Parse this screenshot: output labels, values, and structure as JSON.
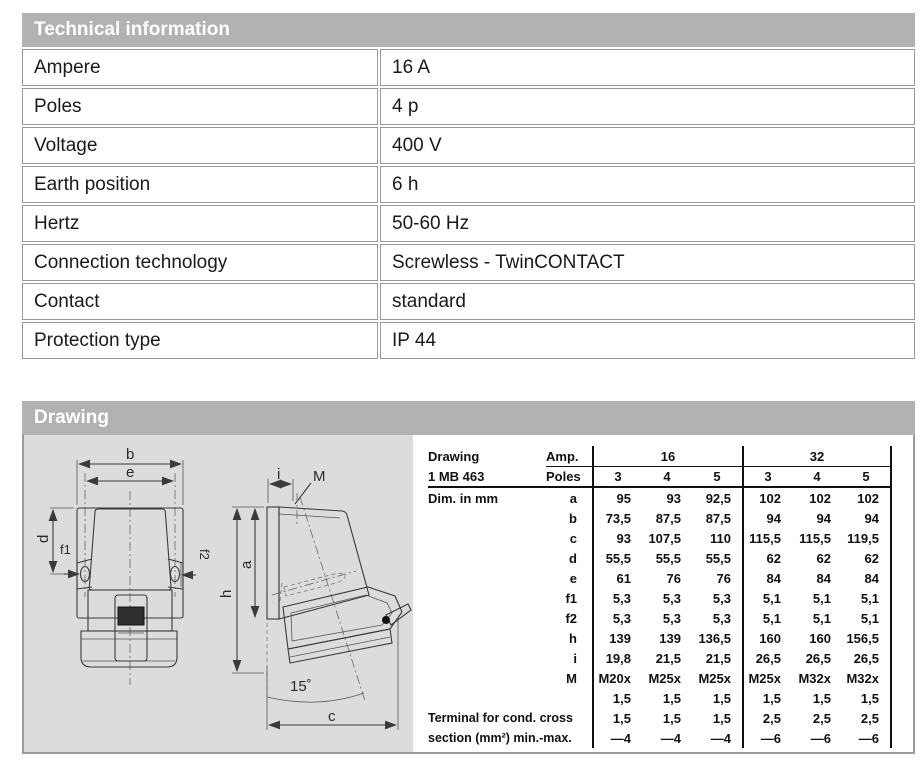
{
  "tech_info": {
    "title": "Technical information",
    "rows": [
      {
        "label": "Ampere",
        "value": "16 A"
      },
      {
        "label": "Poles",
        "value": "4 p"
      },
      {
        "label": "Voltage",
        "value": "400 V"
      },
      {
        "label": "Earth position",
        "value": "6 h"
      },
      {
        "label": "Hertz",
        "value": "50-60 Hz"
      },
      {
        "label": "Connection technology",
        "value": "Screwless - TwinCONTACT"
      },
      {
        "label": "Contact",
        "value": "standard"
      },
      {
        "label": "Protection type",
        "value": "IP 44"
      }
    ]
  },
  "drawing_section": {
    "title": "Drawing",
    "figure_labels": {
      "front": {
        "b": "b",
        "e": "e",
        "d": "d",
        "f1": "f1",
        "f2": "f2"
      },
      "side": {
        "i": "i",
        "M": "M",
        "a": "a",
        "h": "h",
        "angle": "15˚",
        "c": "c"
      }
    },
    "dim_table": {
      "corner_line1": "Drawing",
      "corner_line2": "1 MB 463",
      "head_col_line1": "Amp.",
      "head_col_line2": "Poles",
      "amp_groups": [
        "16",
        "32"
      ],
      "poles": [
        "3",
        "4",
        "5",
        "3",
        "4",
        "5"
      ],
      "dim_unit_label": "Dim. in mm",
      "rows": [
        {
          "dim": "a",
          "values": [
            "95",
            "93",
            "92,5",
            "102",
            "102",
            "102"
          ]
        },
        {
          "dim": "b",
          "values": [
            "73,5",
            "87,5",
            "87,5",
            "94",
            "94",
            "94"
          ]
        },
        {
          "dim": "c",
          "values": [
            "93",
            "107,5",
            "110",
            "115,5",
            "115,5",
            "119,5"
          ]
        },
        {
          "dim": "d",
          "values": [
            "55,5",
            "55,5",
            "55,5",
            "62",
            "62",
            "62"
          ]
        },
        {
          "dim": "e",
          "values": [
            "61",
            "76",
            "76",
            "84",
            "84",
            "84"
          ]
        },
        {
          "dim": "f1",
          "values": [
            "5,3",
            "5,3",
            "5,3",
            "5,1",
            "5,1",
            "5,1"
          ]
        },
        {
          "dim": "f2",
          "values": [
            "5,3",
            "5,3",
            "5,3",
            "5,1",
            "5,1",
            "5,1"
          ]
        },
        {
          "dim": "h",
          "values": [
            "139",
            "139",
            "136,5",
            "160",
            "160",
            "156,5"
          ]
        },
        {
          "dim": "i",
          "values": [
            "19,8",
            "21,5",
            "21,5",
            "26,5",
            "26,5",
            "26,5"
          ]
        },
        {
          "dim": "M",
          "values": [
            "M20x",
            "M25x",
            "M25x",
            "M25x",
            "M32x",
            "M32x"
          ]
        },
        {
          "dim": "",
          "values": [
            "1,5",
            "1,5",
            "1,5",
            "1,5",
            "1,5",
            "1,5"
          ]
        }
      ],
      "terminal_label_line1": "Terminal for cond. cross",
      "terminal_label_line2": "section (mm²) min.-max.",
      "terminal_row1": [
        "1,5",
        "1,5",
        "1,5",
        "2,5",
        "2,5",
        "2,5"
      ],
      "terminal_row2": [
        "—4",
        "—4",
        "—4",
        "—6",
        "—6",
        "—6"
      ]
    }
  }
}
